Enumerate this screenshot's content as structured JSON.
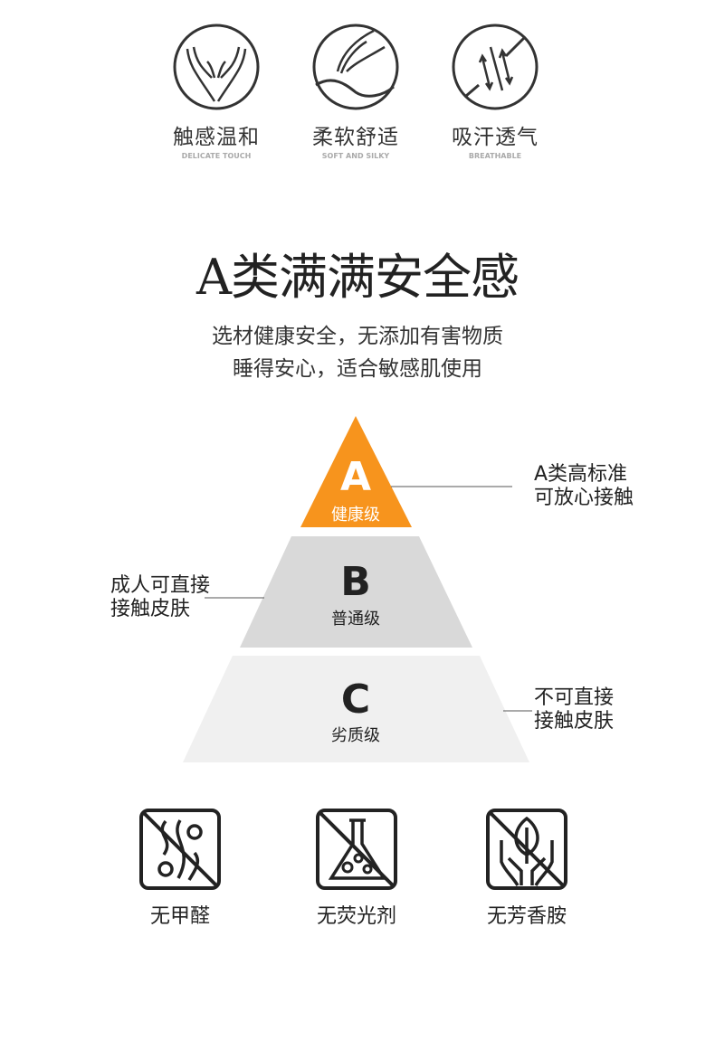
{
  "features": [
    {
      "cn": "触感温和",
      "en": "DELICATE TOUCH",
      "icon": "hands-icon"
    },
    {
      "cn": "柔软舒适",
      "en": "SOFT AND SILKY",
      "icon": "soft-hand-icon"
    },
    {
      "cn": "吸汗透气",
      "en": "BREATHABLE",
      "icon": "breathable-arrows-icon"
    }
  ],
  "headline": "A类满满安全感",
  "subtitle": [
    "选材健康安全，无添加有害物质",
    "睡得安心，适合敏感肌使用"
  ],
  "pyramid": {
    "levels": [
      {
        "letter": "A",
        "label": "健康级",
        "color": "#f7941d"
      },
      {
        "letter": "B",
        "label": "普通级",
        "color": "#d9d9d9"
      },
      {
        "letter": "C",
        "label": "劣质级",
        "color": "#f0f0f0"
      }
    ],
    "notes": {
      "a": [
        "A类高标准",
        "可放心接触"
      ],
      "b": [
        "成人可直接",
        "接触皮肤"
      ],
      "c": [
        "不可直接",
        "接触皮肤"
      ]
    }
  },
  "free_of": [
    {
      "label": "无甲醛",
      "icon": "no-formaldehyde-icon"
    },
    {
      "label": "无荧光剂",
      "icon": "no-fluorescent-agent-icon"
    },
    {
      "label": "无芳香胺",
      "icon": "no-aromatic-amine-icon"
    }
  ]
}
